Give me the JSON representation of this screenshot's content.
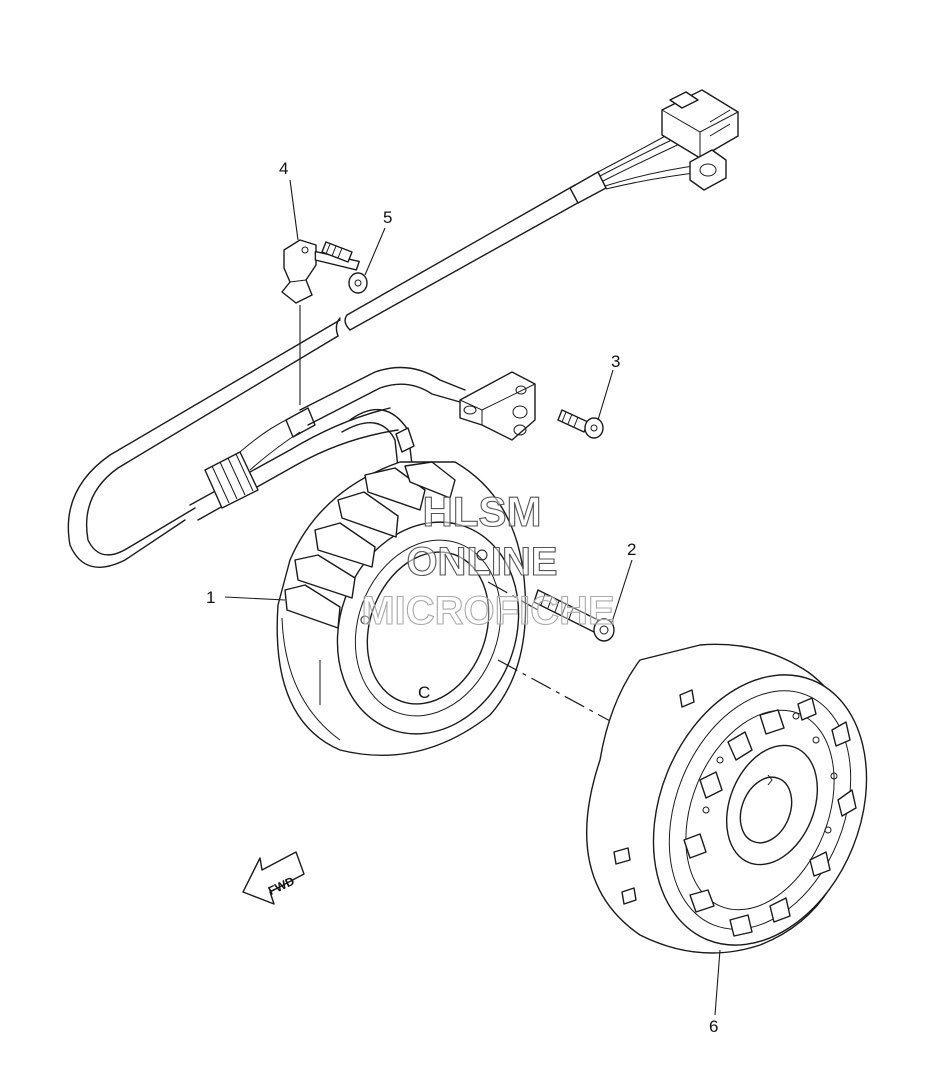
{
  "callouts": [
    {
      "id": "1",
      "label": "1"
    },
    {
      "id": "2",
      "label": "2"
    },
    {
      "id": "3",
      "label": "3"
    },
    {
      "id": "4",
      "label": "4"
    },
    {
      "id": "5",
      "label": "5"
    },
    {
      "id": "6",
      "label": "6"
    }
  ],
  "watermark": {
    "line1": "HLSM",
    "line2": "ONLINE",
    "line3": "MICROFICHE"
  },
  "direction_arrow": {
    "label": "FWD"
  },
  "stator_mark": {
    "label": "C"
  }
}
